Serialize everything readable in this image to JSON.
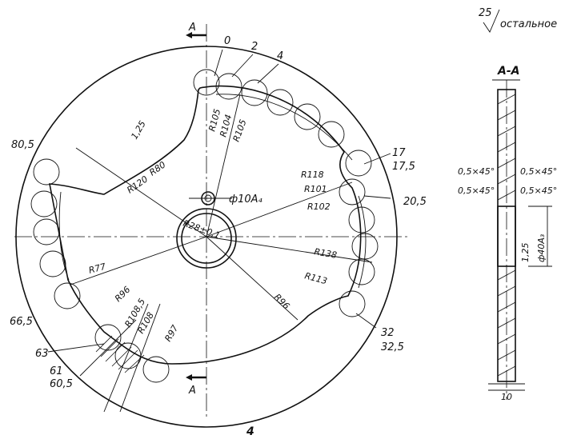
{
  "surface_note": {
    "roughness": "25",
    "text": "остальное"
  },
  "section": {
    "label": "A-A",
    "chamfers": [
      "0,5×45°",
      "0,5×45°",
      "0,5×45°",
      "0,5×45°"
    ],
    "thickness": "10",
    "bore": "ф40A₃",
    "roughness": "1,25"
  },
  "cut_marks": {
    "top": "A",
    "bottom": "A"
  },
  "holes": {
    "pin": "ф10A₄",
    "center": "R28±0,1"
  },
  "radii": {
    "r105a": "R105",
    "r104": "R104",
    "r105b": "R105",
    "r80": "R80",
    "r120": "R120",
    "r118": "R118",
    "r101": "R101",
    "r102": "R102",
    "r138": "R138",
    "r113": "R113",
    "r96a": "R96",
    "r77": "R77",
    "r96b": "R96",
    "r1085": "R108,5",
    "r108": "R108",
    "r97": "R97"
  },
  "roughness_main": "1,25",
  "profile_points": {
    "p0": "0",
    "p2": "2",
    "p4": "4",
    "p17": "17",
    "p175": "17,5",
    "p205": "20,5",
    "p32": "32",
    "p325": "32,5",
    "p805": "80,5",
    "p665": "66,5",
    "p63": "63",
    "p61": "61",
    "p605": "60,5"
  },
  "figure_number": "4"
}
